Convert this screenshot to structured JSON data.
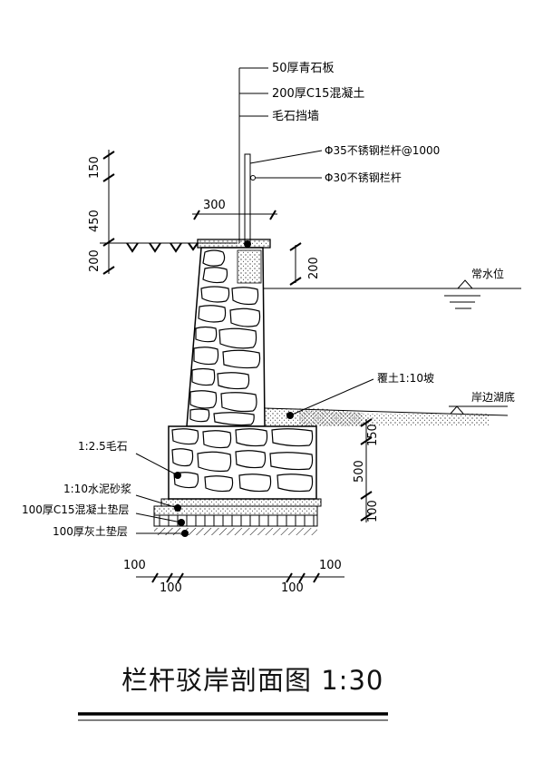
{
  "callouts": {
    "slab": "50厚青石板",
    "concrete": "200厚C15混凝土",
    "rubble_wall": "毛石挡墙",
    "rail_35": "Φ35不锈钢栏杆@1000",
    "rail_30": "Φ30不锈钢栏杆",
    "backfill": "覆土1:10坡",
    "mortar_stone": "1:2.5毛石",
    "cement_mortar": "1:10水泥砂浆",
    "c15_base": "100厚C15混凝土垫层",
    "lime_soil": "100厚灰土垫层"
  },
  "water_levels": {
    "normal": "常水位",
    "lake_bottom": "岸边湖底"
  },
  "dimensions": {
    "left_150": "150",
    "left_450": "450",
    "left_200": "200",
    "top_300": "300",
    "mid_200": "200",
    "r_150": "150",
    "r_500": "500",
    "r_100": "100",
    "b_100_a": "100",
    "b_100_b": "100",
    "b_100_c": "100",
    "b_100_d": "100"
  },
  "title": "栏杆驳岸剖面图  1:30"
}
